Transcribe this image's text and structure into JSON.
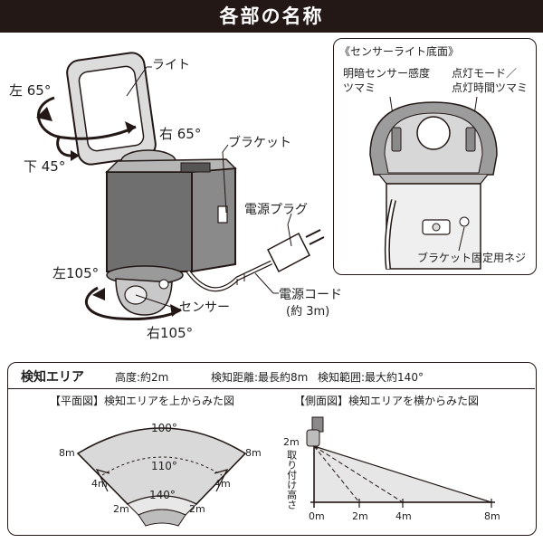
{
  "header": {
    "title": "各部の名称"
  },
  "main_diagram": {
    "light_label": "ライト",
    "bracket_label": "ブラケット",
    "power_plug_label": "電源プラグ",
    "power_cord_label": "電源コード",
    "power_cord_length": "(約 3m)",
    "sensor_label": "センサー",
    "rot_left_top": "左 65°",
    "rot_right_top": "右 65°",
    "rot_down": "下 45°",
    "rot_left_bottom": "左105°",
    "rot_right_bottom": "右105°"
  },
  "inset": {
    "title": "《センサーライト底面》",
    "left_knob_label_1": "明暗センサー感度",
    "left_knob_label_2": "ツマミ",
    "right_knob_label_1": "点灯モード／",
    "right_knob_label_2": "点灯時間ツマミ",
    "bracket_screw_label": "ブラケット固定用ネジ"
  },
  "detection": {
    "section_title": "検知エリア",
    "height_spec": "高度:約2m",
    "distance_spec": "検知距離:最長約8m",
    "range_spec": "検知範囲:最大約140°",
    "plan_view_title": "【平面図】検知エリアを上からみた図",
    "side_view_title": "【側面図】検知エリアを横からみた図",
    "plan_angles": [
      "100°",
      "110°",
      "140°"
    ],
    "plan_distances": [
      "8m",
      "4m",
      "2m"
    ],
    "side_height_label": "2m",
    "side_vertical_label": "取り付け高さ",
    "side_x_ticks": [
      "0m",
      "2m",
      "4m",
      "8m"
    ]
  }
}
